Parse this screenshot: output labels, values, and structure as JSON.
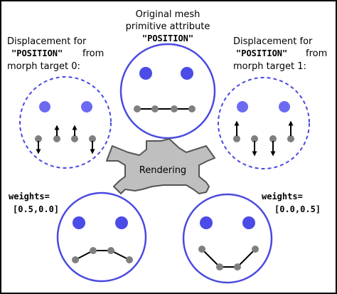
{
  "center_label": {
    "line1": "Original mesh",
    "line2": "primitive attribute",
    "line3": "\"POSITION\""
  },
  "left_label": {
    "line1": "Displacement for",
    "line2_mono": "\"POSITION\"",
    "line2_rest": "from",
    "line3": "morph target 0:"
  },
  "right_label": {
    "line1": "Displacement for",
    "line2_mono": "\"POSITION\"",
    "line2_rest": "from",
    "line3": "morph target 1:"
  },
  "rendering_label": "Rendering",
  "weights_left": {
    "label": "weights=",
    "value": "[0.5,0.0]"
  },
  "weights_right": {
    "label": "weights=",
    "value": "[0.0,0.5]"
  },
  "colors": {
    "border": "#000000",
    "face_stroke": "#4a4ae0",
    "eye": "#4b4be8",
    "eye_light": "#6b6bf2",
    "vertex": "#7f7f7f",
    "arrow_fill": "#bfbfbf",
    "arrow_stroke": "#555555"
  }
}
